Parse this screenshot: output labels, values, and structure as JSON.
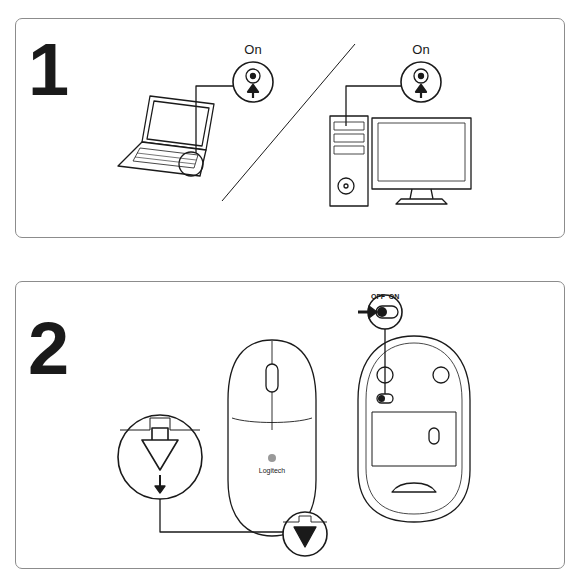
{
  "diagram": {
    "nodes": [
      {
        "text": [
          "1"
        ]
      },
      {
        "text": [
          "2"
        ]
      }
    ],
    "labels": [
      "On",
      "On",
      "OFF",
      "ON",
      "Logitech"
    ]
  }
}
